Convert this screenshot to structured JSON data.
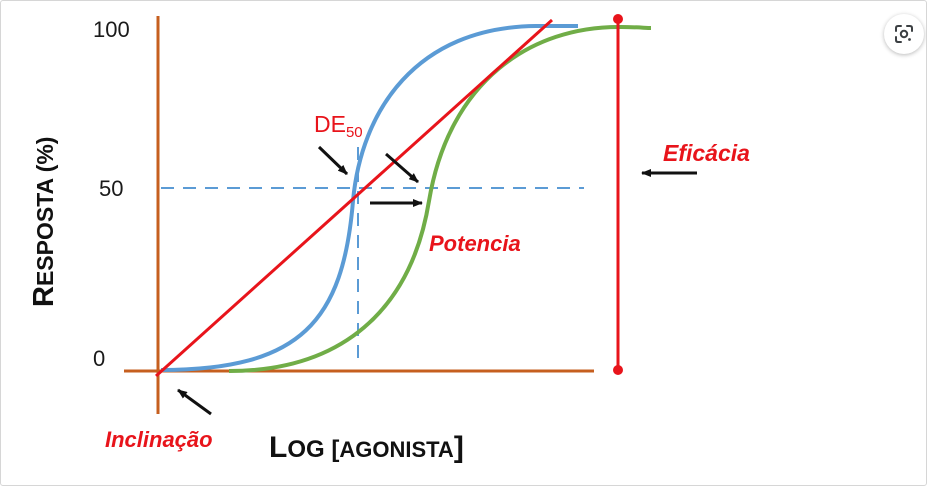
{
  "diagram": {
    "y_ticks": [
      "100",
      "50",
      "0"
    ],
    "y_axis_title": {
      "first": "R",
      "rest": "ESPOSTA (%)"
    },
    "x_axis_title": {
      "first": "L",
      "rest1": "OG [",
      "rest2": "AGONISTA",
      "rest3": "]"
    },
    "de50": {
      "main": "DE",
      "sub": "50"
    },
    "eficacia_label": "Eficácia",
    "potencia_label": "Potencia",
    "inclinacao_label": "Inclinação"
  },
  "colors": {
    "axis": "#c65f1f",
    "blue_curve": "#5b9bd5",
    "green_curve": "#70ad47",
    "red": "#e8141b",
    "arrow": "#111111"
  },
  "icons": {
    "lens": "google-lens-icon"
  }
}
